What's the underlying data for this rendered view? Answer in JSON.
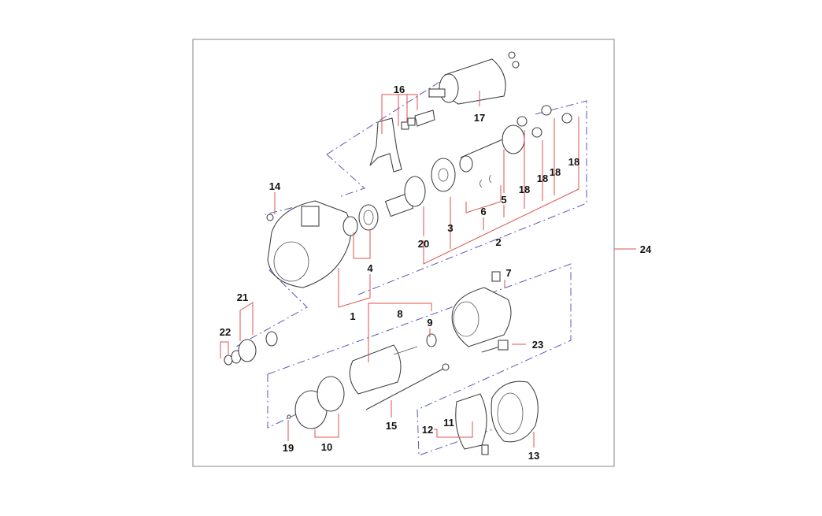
{
  "diagram": {
    "title": "Starter motor exploded parts diagram",
    "callouts": {
      "c1": "1",
      "c2": "2",
      "c3": "3",
      "c4": "4",
      "c5": "5",
      "c6": "6",
      "c7": "7",
      "c8": "8",
      "c9": "9",
      "c10": "10",
      "c11": "11",
      "c12": "12",
      "c13": "13",
      "c14": "14",
      "c15": "15",
      "c16": "16",
      "c17": "17",
      "c18a": "18",
      "c18b": "18",
      "c18c": "18",
      "c18d": "18",
      "c19": "19",
      "c20": "20",
      "c21": "21",
      "c22": "22",
      "c23": "23",
      "c24": "24"
    },
    "colors": {
      "leader": "#d9534f",
      "centerline": "#5a5ab8",
      "frame": "#999999"
    }
  }
}
